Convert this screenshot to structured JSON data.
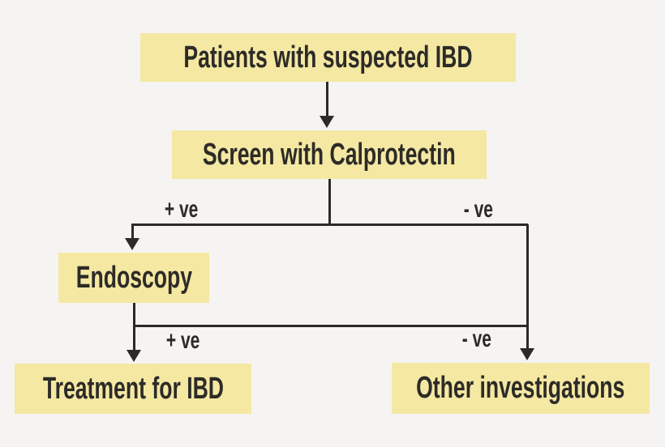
{
  "colors": {
    "background": "#f5f4f2",
    "node_fill": "#f4e8a3",
    "line": "#2b2a27",
    "text": "#2d2b27"
  },
  "nodes": {
    "patients": {
      "label": "Patients with suspected IBD"
    },
    "screen": {
      "label": "Screen with Calprotectin"
    },
    "endoscopy": {
      "label": "Endoscopy"
    },
    "treatment": {
      "label": "Treatment for IBD"
    },
    "other": {
      "label": "Other investigations"
    }
  },
  "edge_labels": {
    "calprotectin_positive": "+ ve",
    "calprotectin_negative": "- ve",
    "endoscopy_positive": "+ ve",
    "endoscopy_negative": "- ve"
  }
}
